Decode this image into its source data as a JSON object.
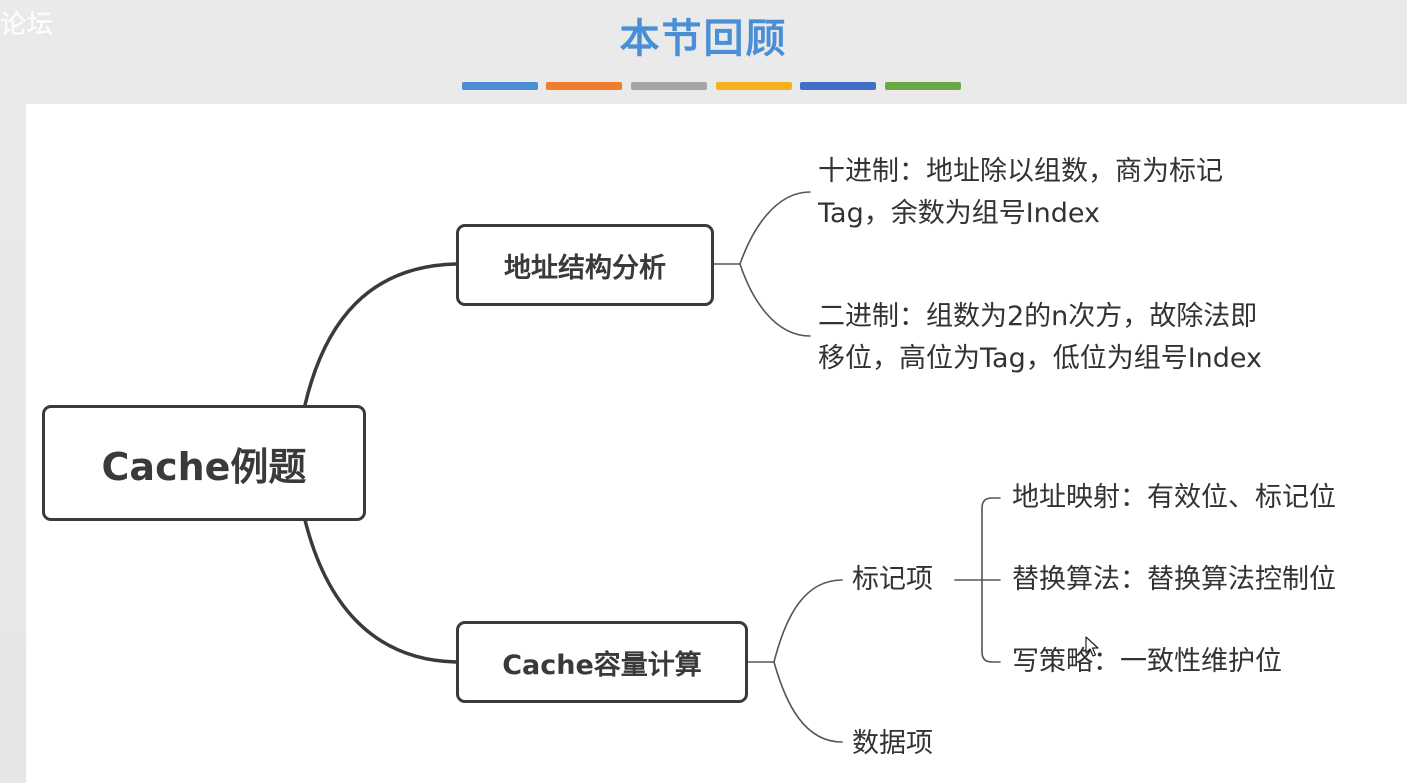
{
  "watermark": "论坛",
  "header": {
    "title": "本节回顾",
    "bar_colors": [
      "#4a8fd6",
      "#ef7b2d",
      "#a5a5a5",
      "#f5b21b",
      "#3f6fc6",
      "#6aa844"
    ]
  },
  "mindmap": {
    "root": "Cache例题",
    "branch_address": {
      "label": "地址结构分析",
      "decimal": {
        "line1": "十进制：地址除以组数，商为标记",
        "line2": "Tag，余数为组号Index"
      },
      "binary": {
        "line1": "二进制：组数为2的n次方，故除法即",
        "line2": "移位，高位为Tag，低位为组号Index"
      }
    },
    "branch_capacity": {
      "label": "Cache容量计算",
      "tag_item": {
        "label": "标记项",
        "children": [
          "地址映射：有效位、标记位",
          "替换算法：替换算法控制位",
          "写策略：一致性维护位"
        ]
      },
      "data_item": {
        "label": "数据项"
      }
    }
  },
  "colors": {
    "line": "#3a3a3a",
    "text": "#333333",
    "title": "#4a8fd6"
  }
}
